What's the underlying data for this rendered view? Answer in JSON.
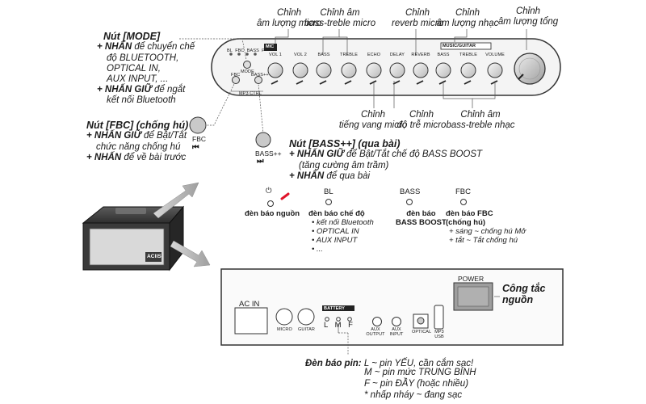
{
  "top_labels": [
    {
      "l1": "Chỉnh",
      "l2": "âm lượng micro"
    },
    {
      "l1": "Chỉnh âm",
      "l2": "bass-treble micro"
    },
    {
      "l1": "Chỉnh",
      "l2": "reverb micro"
    },
    {
      "l1": "Chỉnh",
      "l2": "âm lượng nhạc"
    },
    {
      "l1": "Chỉnh",
      "l2": "âm lượng tổng"
    }
  ],
  "bottom_labels": [
    {
      "l1": "Chỉnh",
      "l2": "tiếng vang micro"
    },
    {
      "l1": "Chỉnh",
      "l2": "độ trễ micro"
    },
    {
      "l1": "Chỉnh âm",
      "l2": "bass-treble nhạc"
    }
  ],
  "panel": {
    "mic_tag": "MIC",
    "music_tag": "MUSIC/GUITAR",
    "knobs": [
      "VOL 1",
      "VOL 2",
      "BASS",
      "TREBLE",
      "ECHO",
      "DELAY",
      "REVERB",
      "BASS",
      "TREBLE",
      "VOLUME"
    ],
    "indicators": [
      "BL",
      "FBC",
      "BASS",
      "P"
    ],
    "mode_label": "MODE",
    "fbc_small": "FBC",
    "bass_small": "BASS++",
    "mp3_ctrl": "MP3 CTRL"
  },
  "mode": {
    "title": "Nút [MODE]",
    "lines": [
      {
        "k": "+ NHẤN",
        "v": " để chuyển chế"
      },
      {
        "k": "",
        "v": "độ BLUETOOTH,"
      },
      {
        "k": "",
        "v": "OPTICAL IN,"
      },
      {
        "k": "",
        "v": "AUX INPUT, ..."
      },
      {
        "k": "+ NHẤN GIỮ",
        "v": " để ngắt"
      },
      {
        "k": "",
        "v": "kết nối Bluetooth"
      }
    ]
  },
  "fbc": {
    "title": "Nút [FBC] (chống hú)",
    "lines": [
      {
        "k": "+ NHẤN GIỮ",
        "v": " để Bật/Tắt"
      },
      {
        "k": "",
        "v": "chức năng chống hú"
      },
      {
        "k": "+ NHẤN",
        "v": " để về bài trước"
      }
    ],
    "btn_label": "FBC",
    "btn_icon": "⏮"
  },
  "bass": {
    "title": "Nút [BASS++] (qua bài)",
    "lines": [
      {
        "k": "+ NHẤN GIỮ",
        "v": " để Bật/Tắt chế độ BASS BOOST"
      },
      {
        "k": "",
        "v": "(tăng cường âm trầm)"
      },
      {
        "k": "+ NHẤN",
        "v": " để qua bài"
      }
    ],
    "btn_label": "BASS++",
    "btn_icon": "⏭"
  },
  "indicators": {
    "power": {
      "icon": "⏻",
      "label": "đèn báo nguồn"
    },
    "bl": {
      "tag": "BL",
      "title": "đèn báo chế độ",
      "items": [
        "• kết nối Bluetooth",
        "• OPTICAL IN",
        "• AUX INPUT",
        "• ..."
      ]
    },
    "bass": {
      "tag": "BASS",
      "l1": "đèn báo",
      "l2": "BASS BOOST"
    },
    "fbc": {
      "tag": "FBC",
      "l1": "đèn báo FBC",
      "l2": "(chống hú)",
      "items": [
        "+ sáng ~ chống hú Mở",
        "+ tắt ~ Tắt chống hú"
      ]
    }
  },
  "back": {
    "ac_in": "AC IN",
    "micro": "MICRO",
    "guitar": "GUITAR",
    "battery": "BATTERY",
    "battery_leds": [
      "L",
      "M",
      "F"
    ],
    "aux_output": "AUX OUTPUT",
    "aux_input": "AUX INPUT",
    "optical": "OPTICAL",
    "mp3_usb": "MP3 USB",
    "power": "POWER"
  },
  "power_switch": {
    "l1": "Công tắc",
    "l2": "nguồn"
  },
  "battery_note": {
    "title": "Đèn báo pin:",
    "lines": [
      " L ~ pin YẾU, cần cắm sạc!",
      "M ~ pin mức TRUNG BÌNH",
      "F ~ pin ĐẦY (hoặc nhiều)",
      "* nhấp nháy ~ đang sạc"
    ]
  },
  "speaker_logo": "ACIIS"
}
